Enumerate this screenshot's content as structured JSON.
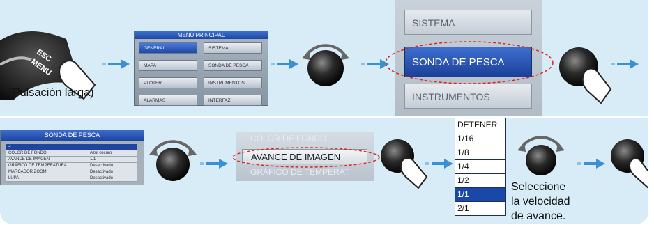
{
  "step1": {
    "key_label_top": "ESC",
    "key_label_bottom": "MENU",
    "press_label": "(Pulsación larga)"
  },
  "main_menu": {
    "title": "MENÚ PRINCIPAL",
    "items": [
      {
        "label": "GENERAL",
        "selected": true
      },
      {
        "label": "SISTEMA",
        "selected": false
      },
      {
        "label": "MAPA",
        "selected": false
      },
      {
        "label": "SONDA DE PESCA",
        "selected": false
      },
      {
        "label": "PLÓTER",
        "selected": false
      },
      {
        "label": "INSTRUMENTOS",
        "selected": false
      },
      {
        "label": "ALARMAS",
        "selected": false
      },
      {
        "label": "INTERFAZ",
        "selected": false
      }
    ]
  },
  "zoom_menu": {
    "items": [
      "SISTEMA",
      "SONDA DE PESCA",
      "INSTRUMENTOS"
    ],
    "selected_index": 1
  },
  "sonda_menu": {
    "title": "SONDA DE PESCA",
    "back": "<",
    "rows": [
      {
        "key": "COLOR DE FONDO",
        "value": "Azul oscuro"
      },
      {
        "key": "AVANCE DE IMAGEN",
        "value": "1/1"
      },
      {
        "key": "GRÁFICO DE TEMPERATURA",
        "value": "Desactivado"
      },
      {
        "key": "MARCADOR ZOOM",
        "value": "Desactivado"
      },
      {
        "key": "LUPA",
        "value": "Desactivado"
      }
    ]
  },
  "avance_zoom": {
    "items": [
      "COLOR DE FONDO",
      "AVANCE DE IMAGEN",
      "GRÁFICO DE TEMPERAT"
    ],
    "selected_index": 1
  },
  "speed_list": {
    "items": [
      "DETENER",
      "1/16",
      "1/8",
      "1/4",
      "1/2",
      "1/1",
      "2/1"
    ],
    "selected_index": 5
  },
  "caption": {
    "line1": "Seleccione",
    "line2": "la velocidad",
    "line3": "de avance."
  },
  "colors": {
    "background": "#d8ecf7",
    "arrow": "#3b8fd6",
    "selection_blue": "#1d44a0"
  }
}
